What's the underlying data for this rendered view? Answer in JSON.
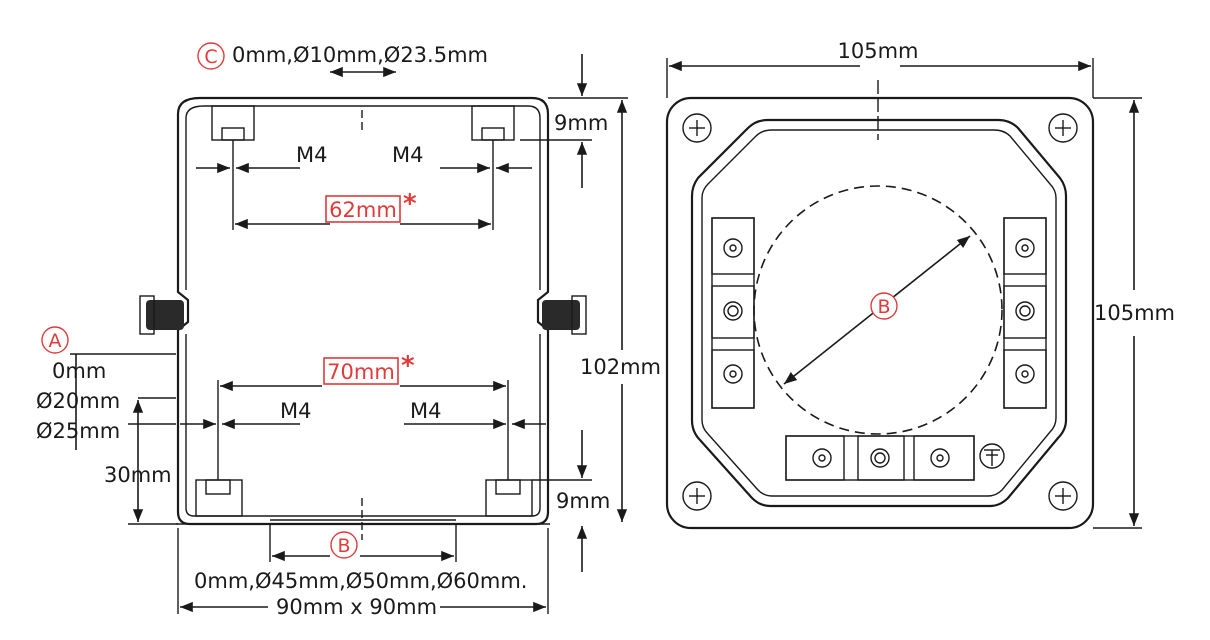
{
  "left_view": {
    "marker_c": "C",
    "cable_entry_top": "0mm,Ø10mm,Ø23.5mm",
    "top_height": "9mm",
    "m4_top_left": "M4",
    "m4_top_right": "M4",
    "spacing_top": "62mm",
    "spacing_top_note": "*",
    "marker_a": "A",
    "side_entry_0": "0mm",
    "side_entry_20": "Ø20mm",
    "side_entry_25": "Ø25mm",
    "side_entry_height": "30mm",
    "spacing_bottom": "70mm",
    "spacing_bottom_note": "*",
    "m4_bottom_left": "M4",
    "m4_bottom_right": "M4",
    "height_total": "102mm",
    "bottom_height": "9mm",
    "marker_b": "B",
    "cable_entry_bottom": "0mm,Ø45mm,Ø50mm,Ø60mm.",
    "footprint": "90mm x 90mm"
  },
  "right_view": {
    "width": "105mm",
    "height": "105mm",
    "marker_b": "B"
  },
  "colors": {
    "line": "#1a1a1a",
    "accent": "#e03b3b",
    "background": "#ffffff"
  }
}
